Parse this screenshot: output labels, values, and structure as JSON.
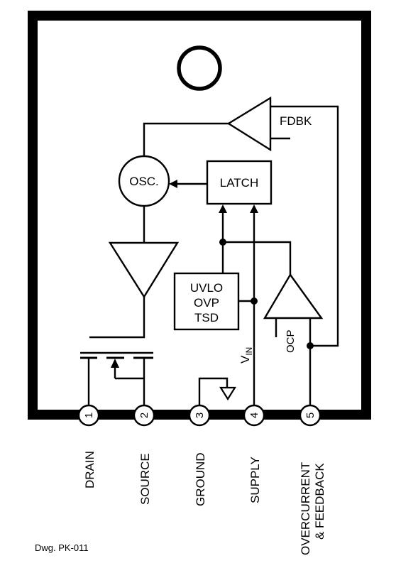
{
  "blocks": {
    "oscillator": "OSC.",
    "latch": "LATCH",
    "protection": [
      "UVLO",
      "OVP",
      "TSD"
    ],
    "feedback": "FDBK",
    "overcurrent": "OCP",
    "vin_main": "V",
    "vin_sub": "IN"
  },
  "pins": [
    {
      "number": "1",
      "name": "DRAIN"
    },
    {
      "number": "2",
      "name": "SOURCE"
    },
    {
      "number": "3",
      "name": "GROUND"
    },
    {
      "number": "4",
      "name": "SUPPLY"
    },
    {
      "number": "5",
      "name": "OVERCURRENT",
      "name2": "& FEEDBACK"
    }
  ],
  "caption": "Dwg. PK-011"
}
